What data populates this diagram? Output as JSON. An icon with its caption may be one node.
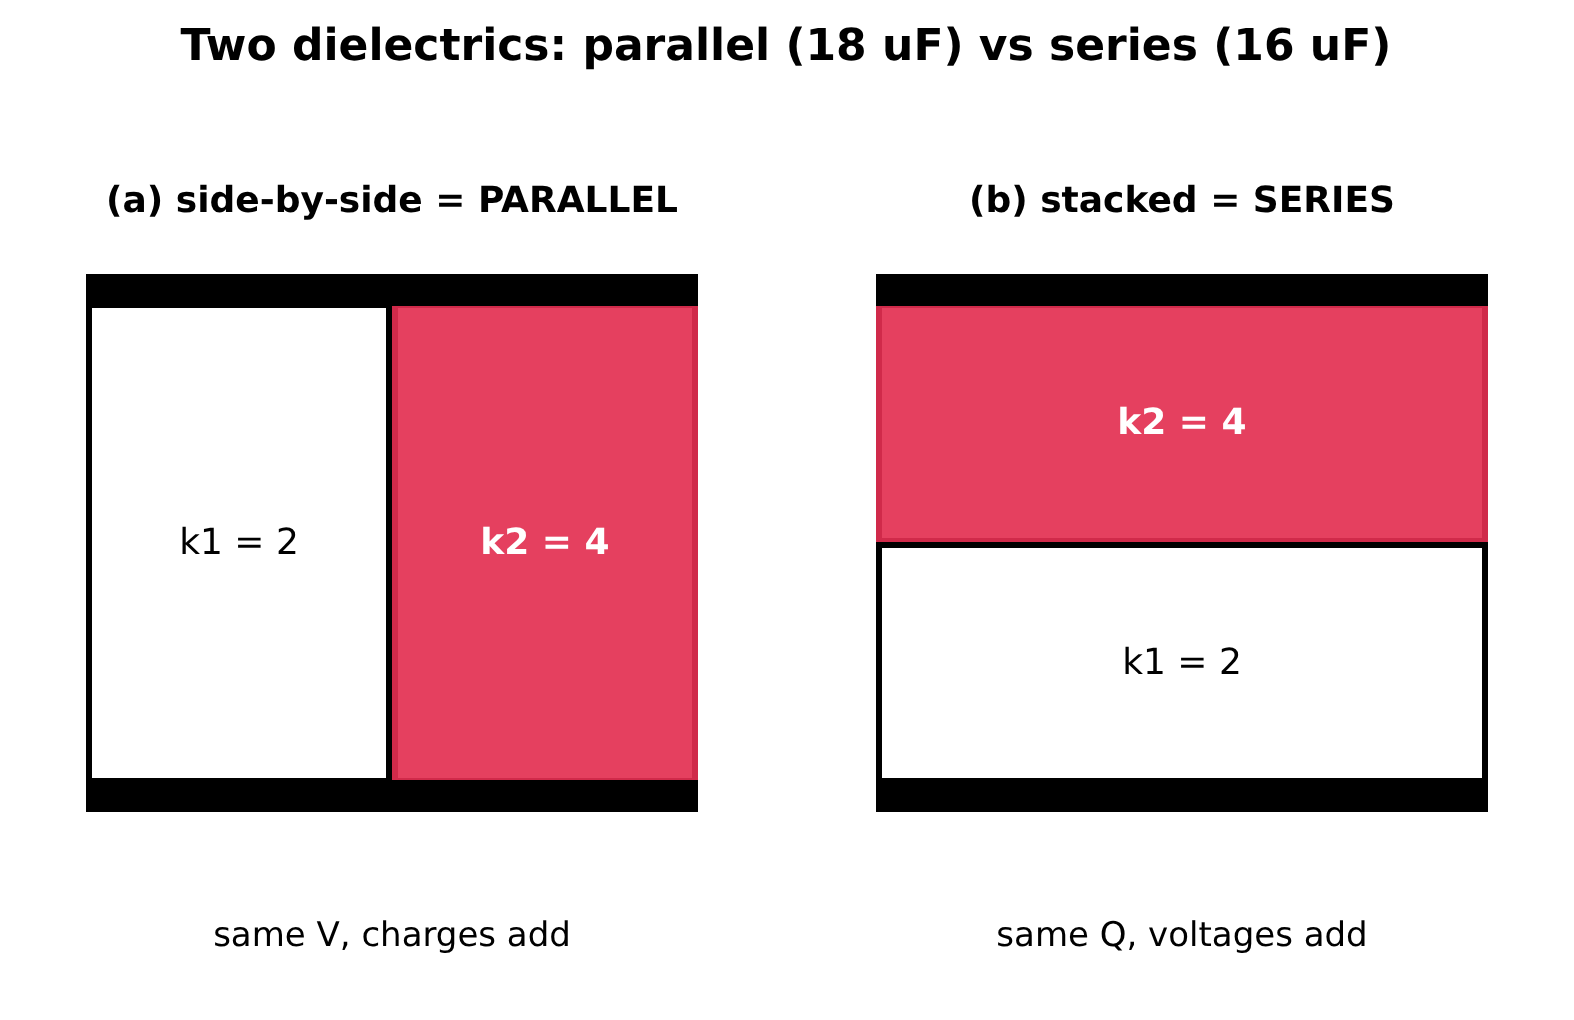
{
  "diagram": {
    "title": "Two dielectrics: parallel (18 uF) vs series (16 uF)",
    "nodes": [
      {
        "text": [],
        "shape": "bar"
      },
      {
        "text": [
          "k1 = 2"
        ]
      },
      {
        "text": [
          "k2 = 4"
        ]
      },
      {
        "text": [],
        "shape": "bar"
      },
      {
        "text": [],
        "shape": "bar"
      },
      {
        "text": [
          "k2 = 4"
        ]
      },
      {
        "text": [
          "k1 = 2"
        ]
      },
      {
        "text": [],
        "shape": "bar"
      }
    ],
    "labels": [
      "(a) side-by-side = PARALLEL",
      "(b) stacked = SERIES",
      "same V, charges add",
      "same Q, voltages add"
    ]
  }
}
